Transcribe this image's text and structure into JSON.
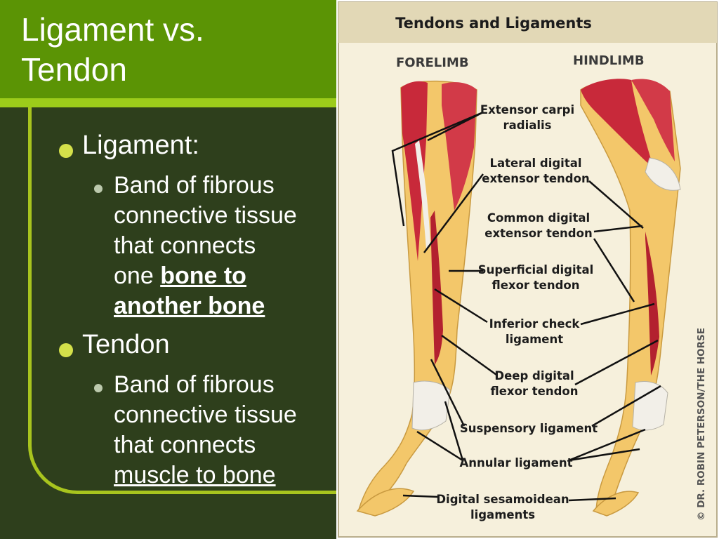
{
  "slide": {
    "title_line1": "Ligament vs.",
    "title_line2": "Tendon",
    "bullets": [
      {
        "label": "Ligament:",
        "sub_lines": [
          "Band of fibrous",
          "connective tissue",
          "that connects"
        ],
        "sub_prefix": "one ",
        "sub_emphasis": [
          "bone to",
          "another bone"
        ]
      },
      {
        "label": "Tendon",
        "sub_lines": [
          "Band of fibrous",
          "connective tissue",
          "that connects"
        ],
        "sub_emphasis": "muscle to bone"
      }
    ]
  },
  "figure": {
    "title": "Tendons and Ligaments",
    "forelimb": "FORELIMB",
    "hindlimb": "HINDLIMB",
    "credit": "© DR. ROBIN PETERSON/THE HORSE",
    "labels": [
      [
        "Extensor carpi",
        "radialis"
      ],
      [
        "Lateral digital",
        "extensor tendon"
      ],
      [
        "Common digital",
        "extensor tendon"
      ],
      [
        "Superficial digital",
        "flexor tendon"
      ],
      [
        "Inferior check",
        "ligament"
      ],
      [
        "Deep digital",
        "flexor tendon"
      ],
      [
        "Suspensory ligament"
      ],
      [
        "Annular ligament"
      ],
      [
        "Digital sesamoidean",
        "ligaments"
      ]
    ],
    "colors": {
      "background": "#f6f0dc",
      "title_band": "#e2d8b6",
      "muscle": "#c8293a",
      "bone": "#f3c76a",
      "tendon": "#f2efe8"
    }
  }
}
